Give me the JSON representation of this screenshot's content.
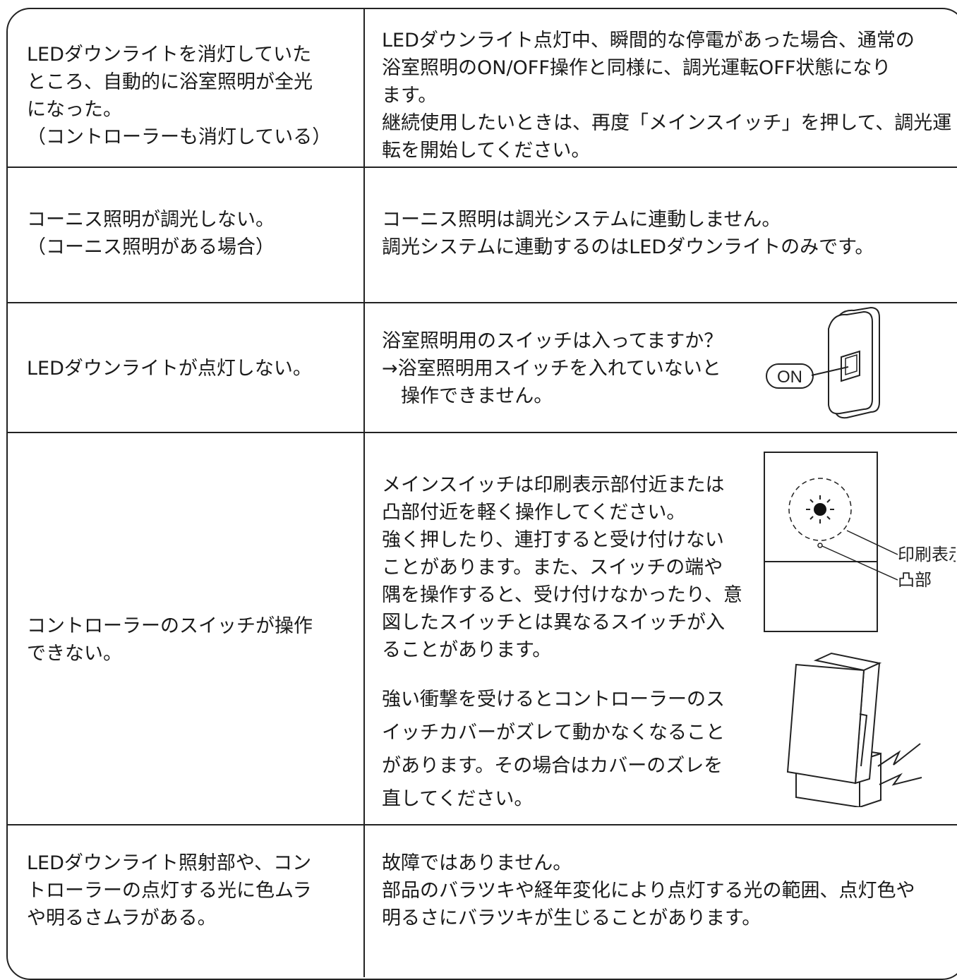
{
  "rows": [
    {
      "symptom": "LEDダウンライトを消灯していた\nところ、自動的に浴室照明が全光\nになった。\n（コントローラーも消灯している）",
      "remedy": "LEDダウンライト点灯中、瞬間的な停電があった場合、通常の\n浴室照明のON/OFF操作と同様に、調光運転OFF状態になり\nます。\n継続使用したいときは、再度「メインスイッチ」を押して、調光運\n転を開始してください。"
    },
    {
      "symptom": "コーニス照明が調光しない。\n（コーニス照明がある場合）",
      "remedy": "コーニス照明は調光システムに連動しません。\n調光システムに連動するのはLEDダウンライトのみです。"
    },
    {
      "symptom": "LEDダウンライトが点灯しない。",
      "remedy": "浴室照明用のスイッチは入ってますか？\n→浴室照明用スイッチを入れていないと\n　操作できません。",
      "figure_label": "ON"
    },
    {
      "symptom": "コントローラーのスイッチが操作\nできない。",
      "remedy": "メインスイッチは印刷表示部付近または\n凸部付近を軽く操作してください。\n強く押したり、連打すると受け付けない\nことがあります。また、スイッチの端や\n隅を操作すると、受け付けなかったり、意\n図したスイッチとは異なるスイッチが入\nることがあります。",
      "remedy2": "強い衝撃を受けるとコントローラーのス\nイッチカバーがズレて動かなくなること\nがあります。その場合はカバーのズレを\n直してください。",
      "figure_labels": {
        "print": "印刷表示",
        "bump": "凸部"
      }
    },
    {
      "symptom": "LEDダウンライト照射部や、コン\nトローラーの点灯する光に色ムラ\nや明るさムラがある。",
      "remedy": "故障ではありません。\n部品のバラツキや経年変化により点灯する光の範囲、点灯色や\n明るさにバラツキが生じることがあります。"
    }
  ]
}
